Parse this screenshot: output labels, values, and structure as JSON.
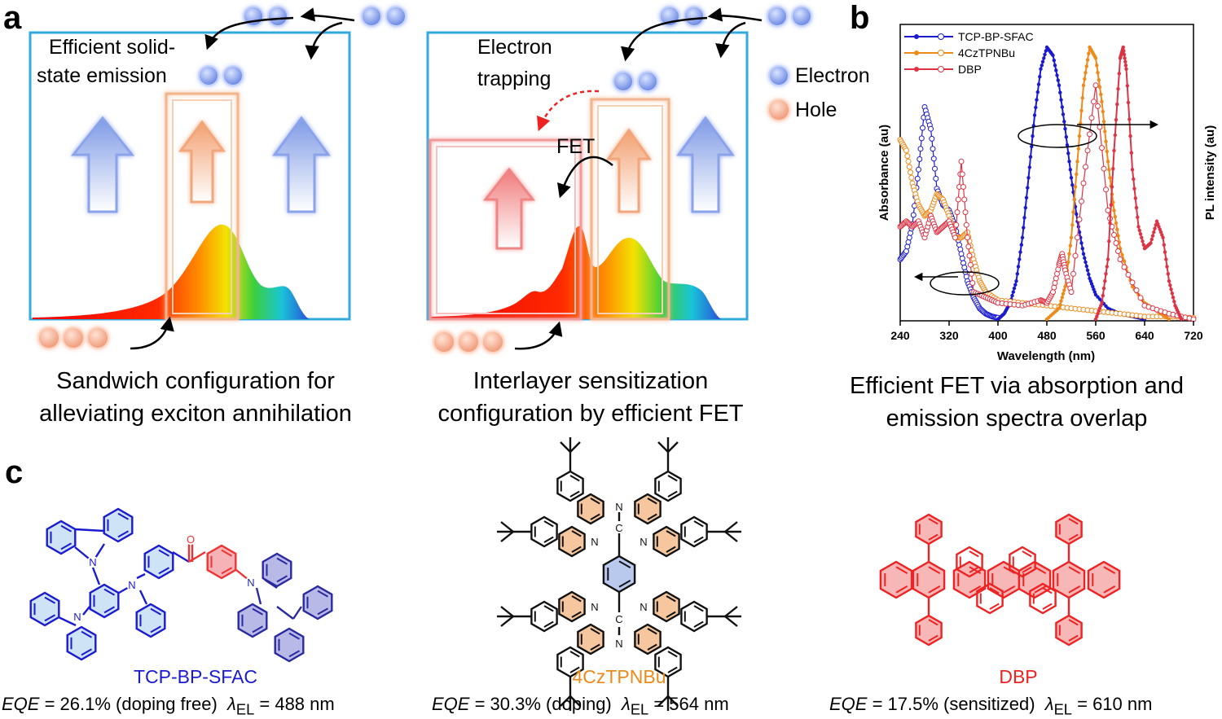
{
  "panels": {
    "a": "a",
    "b": "b",
    "c": "c"
  },
  "panel_a": {
    "left": {
      "annotation": [
        "Efficient solid-",
        "state emission"
      ],
      "caption": [
        "Sandwich configuration for",
        "alleviating exciton annihilation"
      ]
    },
    "right": {
      "annotation": [
        "Electron",
        "trapping"
      ],
      "fet_label": "FET",
      "caption": [
        "Interlayer sensitization",
        "configuration by efficient FET"
      ]
    },
    "legend": {
      "electron": "Electron",
      "hole": "Hole"
    },
    "colors": {
      "frame": "#33aadd",
      "electron": "#7a95e8",
      "hole": "#f2a27c",
      "trap": "#ee4444"
    }
  },
  "chart_data": {
    "type": "line",
    "xlabel": "Wavelength (nm)",
    "ylabel_left": "Absorbance (au)",
    "ylabel_right": "PL intensity (au)",
    "xlim": [
      240,
      720
    ],
    "xticks": [
      240,
      320,
      400,
      480,
      560,
      640,
      720
    ],
    "legend_position": "top-left",
    "series": [
      {
        "name": "TCP-BP-SFAC",
        "color": "#1a1ad0",
        "absorption": {
          "x": [
            240,
            250,
            260,
            270,
            280,
            290,
            300,
            310,
            320,
            330,
            340,
            350,
            360,
            370,
            380,
            390,
            400
          ],
          "y": [
            0.22,
            0.25,
            0.35,
            0.55,
            0.78,
            0.7,
            0.48,
            0.42,
            0.4,
            0.34,
            0.24,
            0.14,
            0.08,
            0.04,
            0.02,
            0.01,
            0.005
          ]
        },
        "emission": {
          "x": [
            400,
            410,
            420,
            430,
            440,
            450,
            460,
            470,
            480,
            490,
            500,
            510,
            520,
            530,
            540,
            550,
            560,
            580,
            600,
            620,
            640
          ],
          "y": [
            0.0,
            0.02,
            0.06,
            0.14,
            0.3,
            0.52,
            0.75,
            0.92,
            1.0,
            0.97,
            0.86,
            0.7,
            0.52,
            0.36,
            0.24,
            0.15,
            0.09,
            0.04,
            0.02,
            0.01,
            0.0
          ]
        }
      },
      {
        "name": "4CzTPNBu",
        "color": "#ee8a1a",
        "absorption": {
          "x": [
            240,
            250,
            260,
            270,
            280,
            290,
            300,
            310,
            320,
            330,
            340,
            350,
            360,
            370,
            380,
            400,
            440,
            480,
            520,
            560,
            600,
            640,
            680,
            720
          ],
          "y": [
            0.66,
            0.62,
            0.5,
            0.42,
            0.38,
            0.4,
            0.46,
            0.44,
            0.38,
            0.3,
            0.3,
            0.32,
            0.22,
            0.14,
            0.1,
            0.07,
            0.06,
            0.05,
            0.04,
            0.03,
            0.02,
            0.01,
            0.01,
            0.005
          ]
        },
        "emission": {
          "x": [
            480,
            500,
            510,
            520,
            530,
            540,
            550,
            560,
            570,
            580,
            590,
            600,
            620,
            640,
            660,
            680
          ],
          "y": [
            0.0,
            0.04,
            0.12,
            0.3,
            0.58,
            0.86,
            1.0,
            0.96,
            0.8,
            0.58,
            0.4,
            0.26,
            0.12,
            0.06,
            0.03,
            0.0
          ]
        }
      },
      {
        "name": "DBP",
        "color": "#dd3344",
        "absorption": {
          "x": [
            240,
            250,
            260,
            270,
            280,
            290,
            300,
            310,
            320,
            330,
            340,
            350,
            360,
            380,
            400,
            440,
            470,
            480,
            490,
            500,
            505,
            510,
            520,
            540,
            560,
            580,
            600,
            640,
            680,
            720
          ],
          "y": [
            0.34,
            0.36,
            0.34,
            0.36,
            0.3,
            0.38,
            0.32,
            0.34,
            0.36,
            0.3,
            0.58,
            0.3,
            0.1,
            0.08,
            0.06,
            0.05,
            0.07,
            0.06,
            0.1,
            0.2,
            0.24,
            0.18,
            0.1,
            0.5,
            0.86,
            0.4,
            0.22,
            0.05,
            0.02,
            0.0
          ]
        },
        "emission": {
          "x": [
            560,
            570,
            580,
            590,
            600,
            605,
            610,
            620,
            630,
            640,
            650,
            660,
            670,
            680,
            690,
            700
          ],
          "y": [
            0.0,
            0.06,
            0.22,
            0.62,
            0.96,
            1.0,
            0.92,
            0.55,
            0.34,
            0.26,
            0.28,
            0.36,
            0.3,
            0.14,
            0.05,
            0.0
          ]
        }
      }
    ]
  },
  "panel_b_caption": [
    "Efficient FET via absorption and",
    "emission spectra overlap"
  ],
  "molecules": [
    {
      "name": "TCP-BP-SFAC",
      "color": "#1a1ad0",
      "eqe_label": "EQE",
      "eqe_value": " = 26.1% (doping free)",
      "lambda": "λ",
      "lambda_sub": "EL",
      "lambda_value": " = 488 nm"
    },
    {
      "name": "4CzTPNBu",
      "color": "#ee8a1a",
      "eqe_label": "EQE",
      "eqe_value": " = 30.3% (doping)",
      "lambda": "λ",
      "lambda_sub": "EL",
      "lambda_value": " = 564 nm"
    },
    {
      "name": "DBP",
      "color": "#ee2222",
      "eqe_label": "EQE",
      "eqe_value": " = 17.5% (sensitized)",
      "lambda": "λ",
      "lambda_sub": "EL",
      "lambda_value": " = 610 nm"
    }
  ],
  "structure_atoms": {
    "nitrogen": "N",
    "oxygen": "O",
    "carbon": "C"
  }
}
